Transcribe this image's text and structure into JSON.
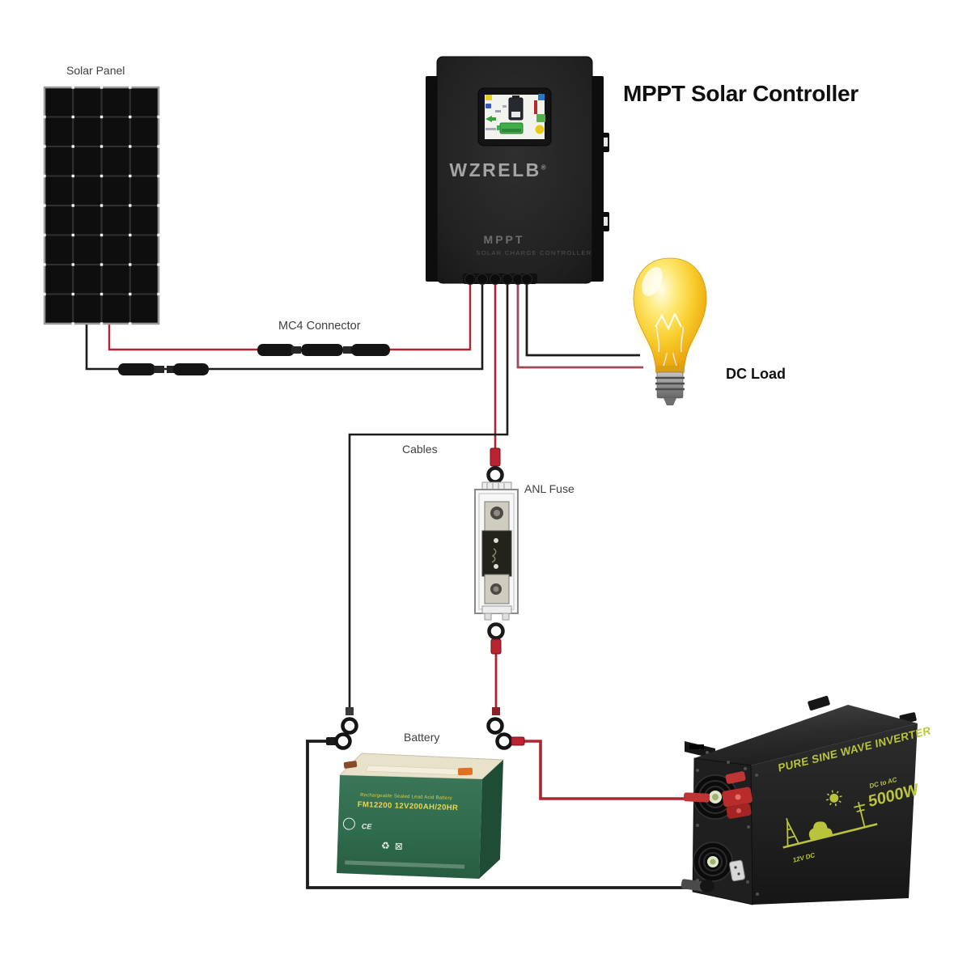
{
  "diagram": {
    "labels": {
      "solar_panel": "Solar Panel",
      "mppt_title": "MPPT Solar Controller",
      "mc4_connector": "MC4 Connector",
      "dc_load": "DC Load",
      "cables": "Cables",
      "anl_fuse": "ANL Fuse",
      "battery": "Battery"
    },
    "controller": {
      "brand": "WZRELB",
      "trademark": "®",
      "mode": "MPPT",
      "subtitle": "SOLAR CHARGE CONTROLLER"
    },
    "battery_unit": {
      "tagline": "Rechargeable Sealed Lead Acid Battery",
      "model_spec": "FM12200  12V200AH/20HR",
      "cert_ce": "CE"
    },
    "inverter": {
      "name": "PURE SINE WAVE INVERTER",
      "conversion": "DC to AC",
      "power": "5000W",
      "input": "12V DC"
    },
    "icons": {
      "recycle_glyph": "♻⊠"
    },
    "colors": {
      "wire_positive": "#b02430",
      "wire_negative": "#1c1c1c",
      "dc_load_wire": "#9d4a56",
      "bulb_yellow": "#f7cf2a",
      "battery_green": "#2e6a4c",
      "inverter_text": "#b9c43c"
    }
  }
}
